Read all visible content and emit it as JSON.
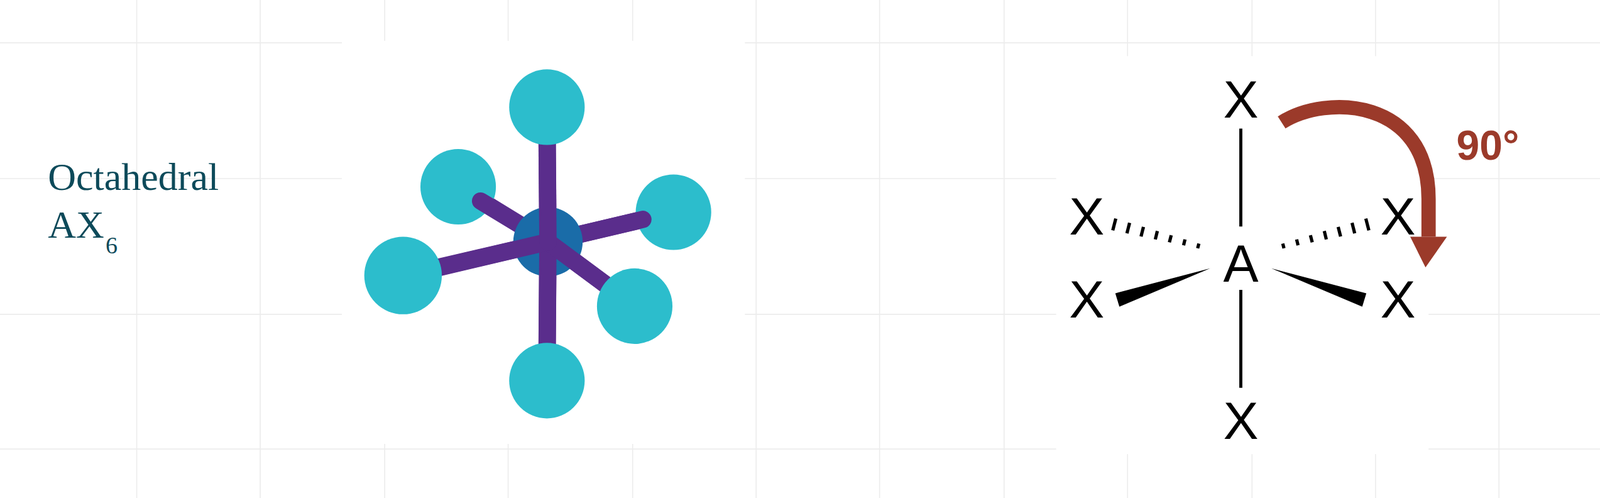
{
  "diagram": {
    "labels": [
      "Octahedral",
      "AX",
      "6",
      "X",
      "X",
      "X",
      "A",
      "X",
      "X",
      "X",
      "90°"
    ]
  }
}
